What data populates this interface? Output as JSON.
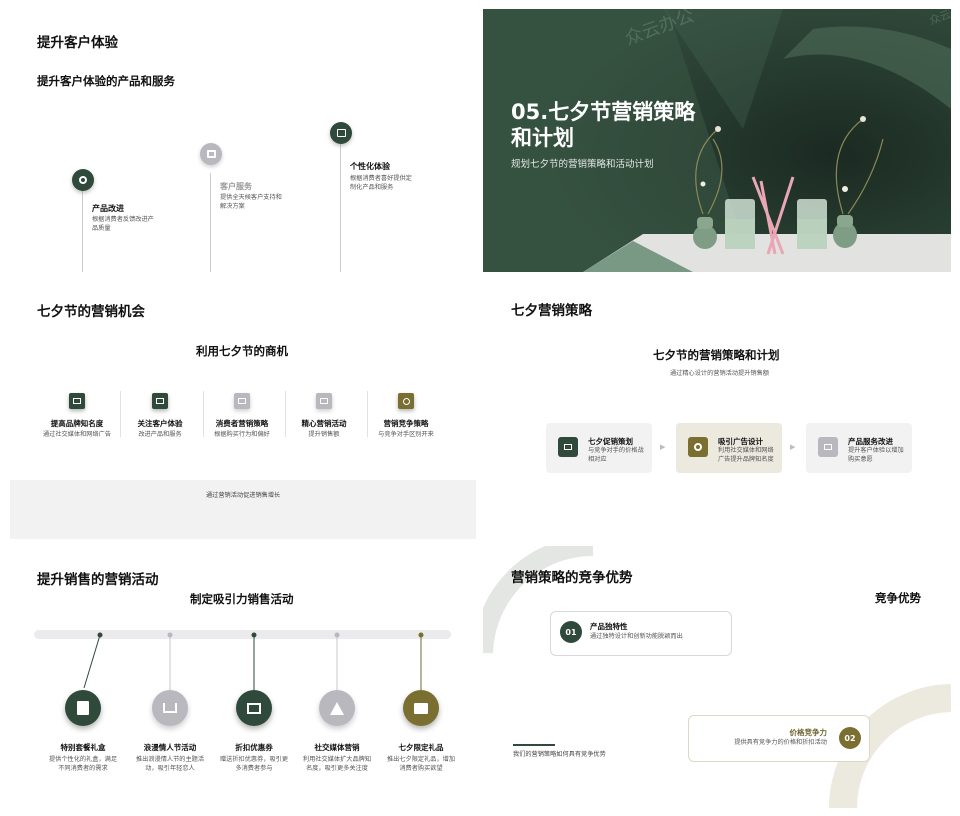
{
  "s1": {
    "title": "提升客户体验",
    "subtitle": "提升客户体验的产品和服务",
    "items": [
      {
        "title": "产品改进",
        "desc": "根据消费者反馈改进产品质量"
      },
      {
        "title": "客户服务",
        "desc": "提供全天候客户支持和解决方案"
      },
      {
        "title": "个性化体验",
        "desc": "根据消费者喜好提供定制化产品和服务"
      }
    ]
  },
  "s2": {
    "title": "05.七夕节营销策略和计划",
    "title_l1": "05.七夕节营销策略",
    "title_l2": "和计划",
    "subtitle": "规划七夕节的营销策略和活动计划",
    "watermark": "众云办公",
    "watermark_corner": "众云"
  },
  "s3": {
    "title": "七夕节的营销机会",
    "subtitle": "利用七夕节的商机",
    "items": [
      {
        "title": "提高品牌知名度",
        "desc": "通过社交媒体和网络广告"
      },
      {
        "title": "关注客户体验",
        "desc": "改进产品和服务"
      },
      {
        "title": "消费者营销策略",
        "desc": "根据购买行为和偏好"
      },
      {
        "title": "精心营销活动",
        "desc": "提升销售额"
      },
      {
        "title": "营销竞争策略",
        "desc": "与竞争对手区别开来"
      }
    ],
    "footer": "通过营销活动促进销售增长"
  },
  "s4": {
    "title": "七夕营销策略",
    "subtitle": "七夕节的营销策略和计划",
    "caption": "通过精心设计的营销活动提升销售额",
    "cards": [
      {
        "title": "七夕促销策划",
        "desc": "与竞争对手的价格战相对应"
      },
      {
        "title": "吸引广告设计",
        "desc": "利用社交媒体和网络广告提升品牌知名度"
      },
      {
        "title": "产品服务改进",
        "desc": "提升客户体验以增加购买意愿"
      }
    ],
    "arrow": "▶"
  },
  "s5": {
    "title": "提升销售的营销活动",
    "subtitle": "制定吸引力销售活动",
    "items": [
      {
        "title": "特别套餐礼盒",
        "desc": "提供个性化的礼盒，满足不同消费者的需求"
      },
      {
        "title": "浪漫情人节活动",
        "desc": "推出浪漫情人节的主题活动，吸引年轻恋人"
      },
      {
        "title": "折扣优惠券",
        "desc": "赠送折扣优惠券，吸引更多消费者参与"
      },
      {
        "title": "社交媒体营销",
        "desc": "利用社交媒体扩大品牌知名度，吸引更多关注度"
      },
      {
        "title": "七夕限定礼品",
        "desc": "推出七夕限定礼品，增加消费者购买欲望"
      }
    ]
  },
  "s6": {
    "title": "营销策略的竞争优势",
    "subtitle": "竞争优势",
    "items": [
      {
        "num": "01",
        "title": "产品独特性",
        "desc": "通过独特设计和创新功能脱颖而出"
      },
      {
        "num": "02",
        "title": "价格竞争力",
        "desc": "提供具有竞争力的价格和折扣活动"
      }
    ],
    "footer": "我们的营销策略如何具有竞争优势"
  },
  "colors": {
    "green": "#2f4a3a",
    "gray": "#b9b8bf",
    "olive": "#7a6f31",
    "bg_gray": "#f2f2f2"
  }
}
